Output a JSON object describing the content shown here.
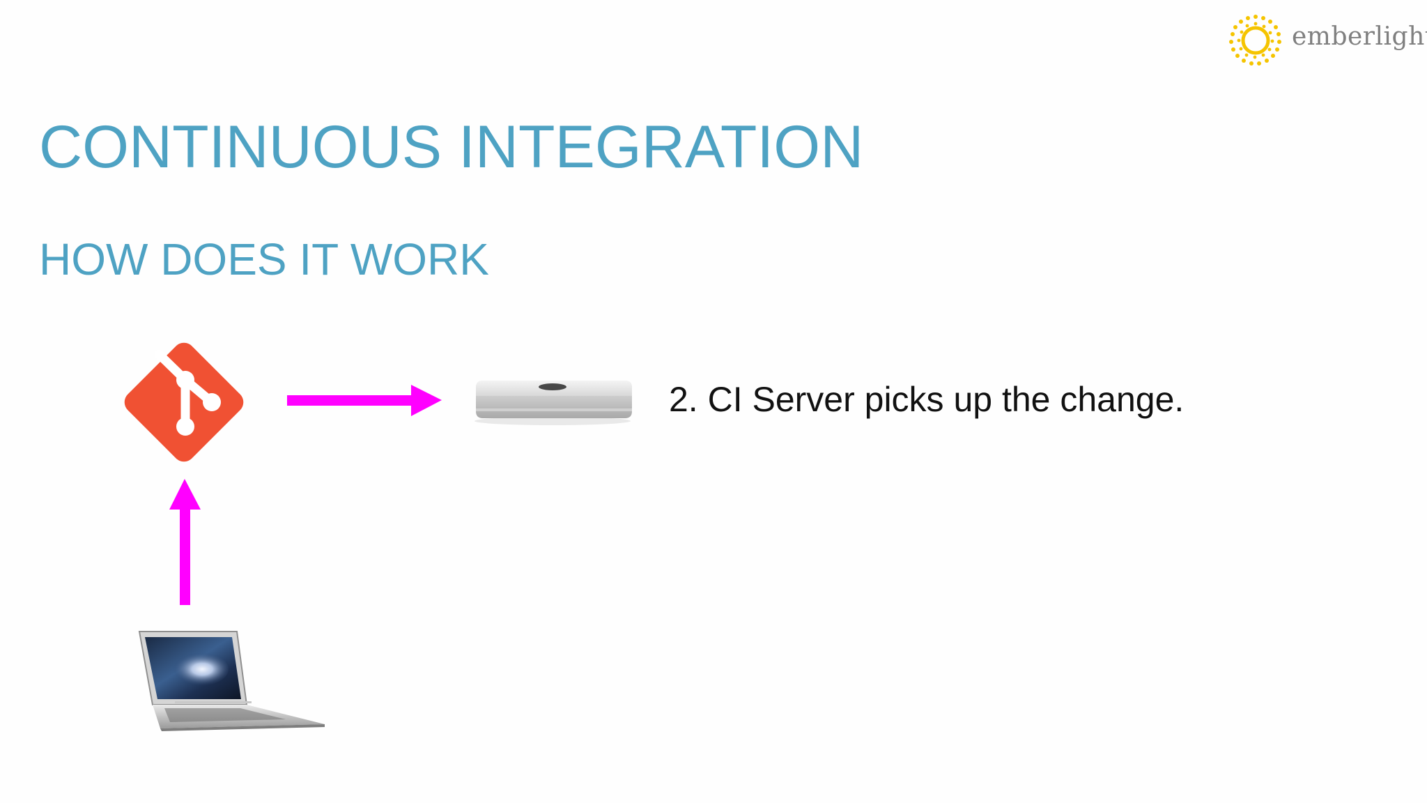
{
  "slide": {
    "title": "CONTINUOUS INTEGRATION",
    "subtitle": "HOW DOES IT WORK",
    "step_text": "2. CI Server picks up the change."
  },
  "brand": {
    "name": "emberlight",
    "accent": "#f5c400"
  },
  "colors": {
    "heading": "#4ea2c3",
    "arrow": "#ff00ff",
    "git": "#f05133",
    "text": "#111111"
  },
  "icons": {
    "repo": "git-logo-icon",
    "server": "mac-mini-server-icon",
    "developer": "laptop-icon",
    "logo": "sunburst-logo-icon"
  }
}
